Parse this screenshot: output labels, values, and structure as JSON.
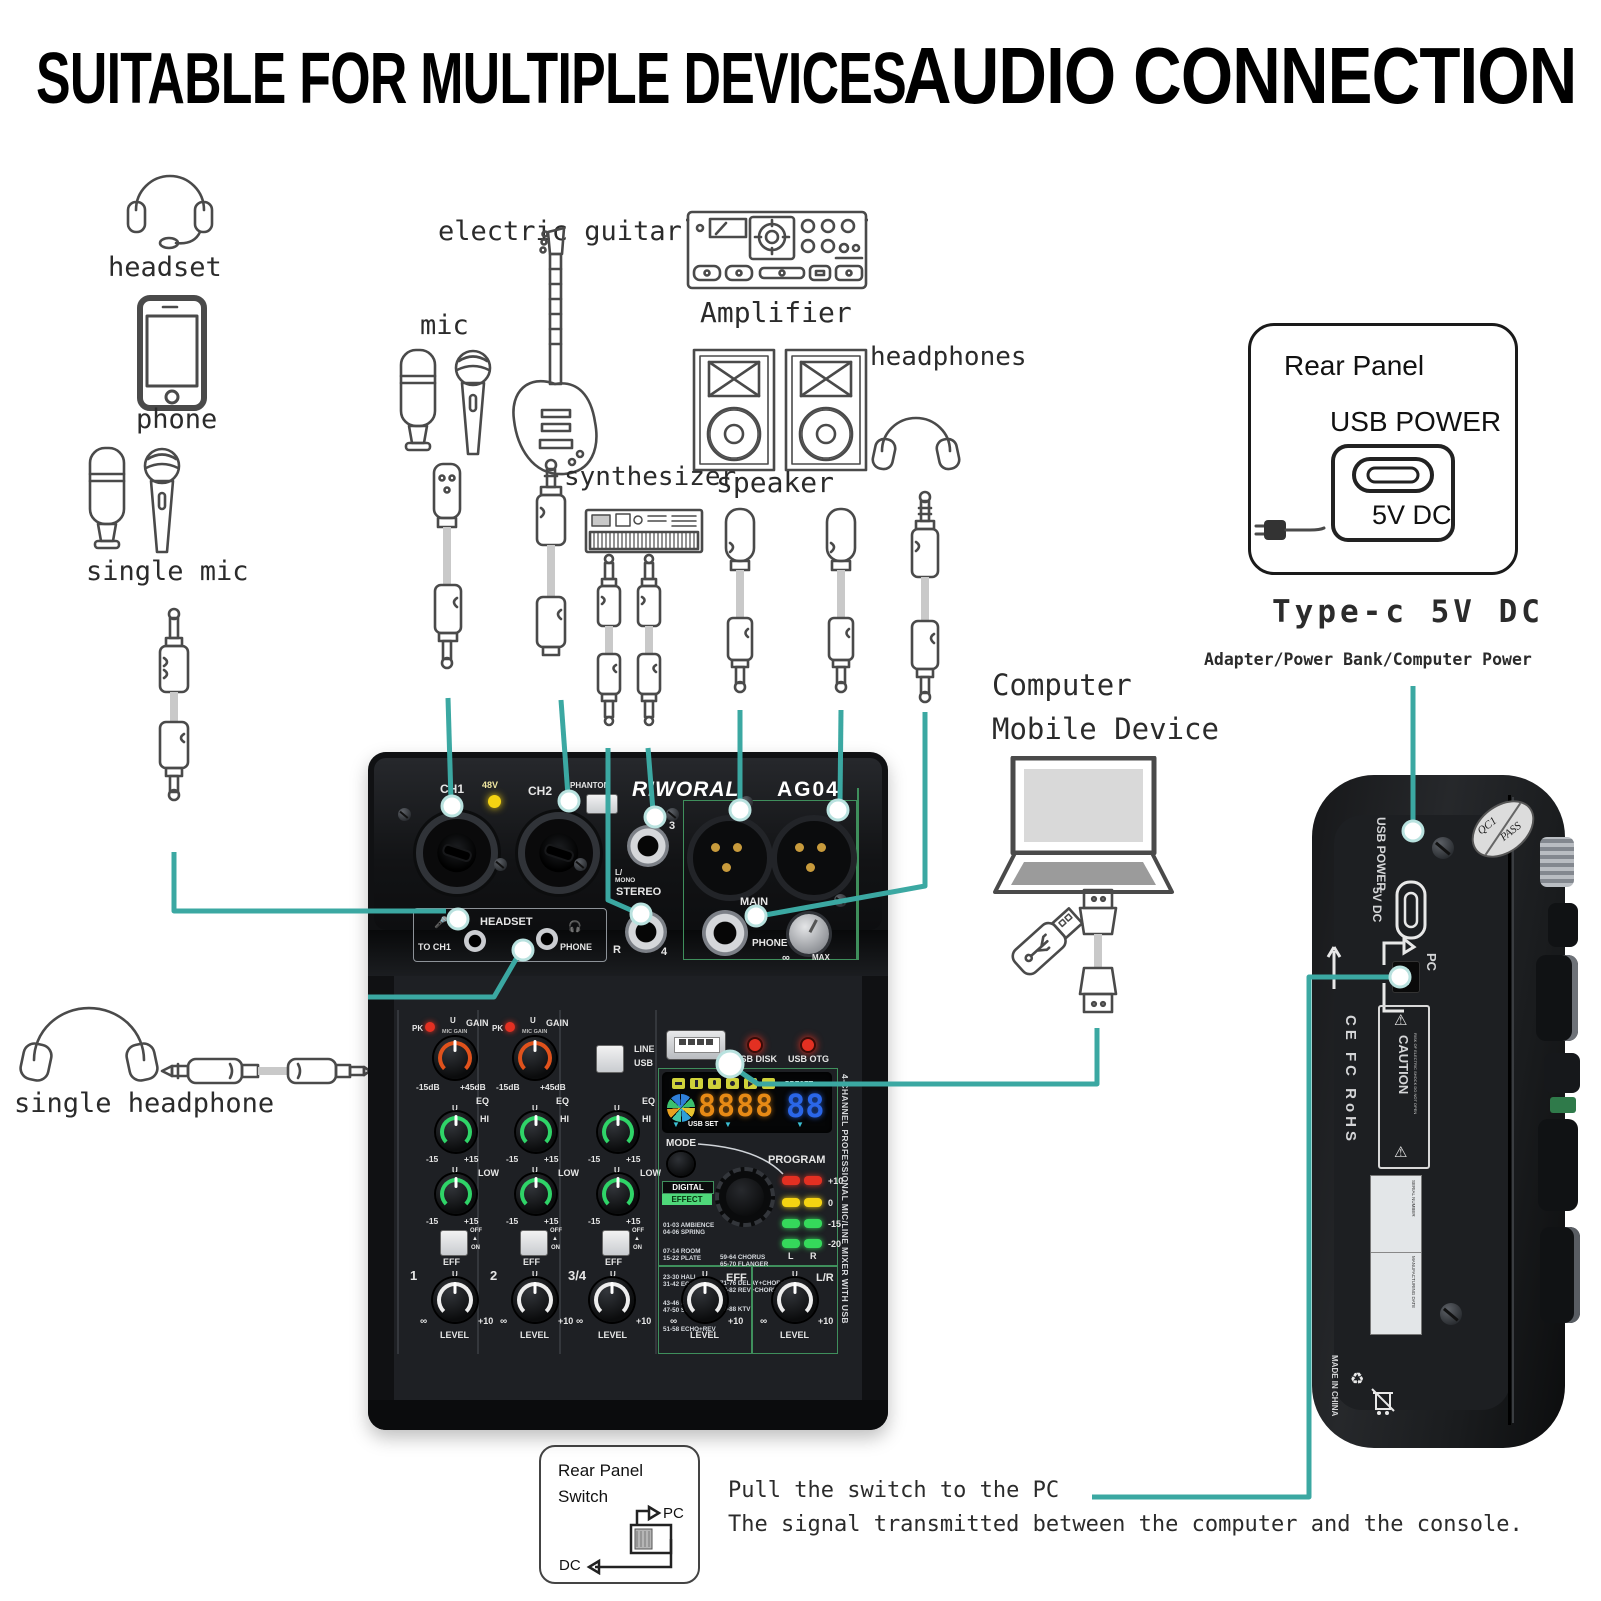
{
  "colors": {
    "teal": "#3BA8A2",
    "ring_gain": "#E0521C",
    "ring_eq": "#2FD468",
    "ring_level": "#EDEDED",
    "led_red": "#E33022",
    "led_yellow": "#F5D312",
    "led_green": "#35D95B",
    "seg_orange": "#E78A15",
    "seg_blue": "#2A66E8"
  },
  "titles": {
    "left": "SUITABLE FOR MULTIPLE DEVICES",
    "right": "AUDIO CONNECTION"
  },
  "devices": {
    "headset": "headset",
    "phone": "phone",
    "single_mic": "single mic",
    "single_headphone": "single headphone",
    "mic": "mic",
    "electric_guitar": "electric guitar",
    "amplifier": "Amplifier",
    "synthesizer": "synthesizer",
    "speaker": "speaker",
    "headphones": "headphones",
    "computer_line1": "Computer",
    "computer_line2": "Mobile Device"
  },
  "power_box": {
    "title": "Rear Panel",
    "usb_power": "USB POWER",
    "voltage": "5V DC",
    "caption": "Type-c 5V DC",
    "subcaption": "Adapter/Power Bank/Computer Power"
  },
  "mixer": {
    "brand": "RIWORAL",
    "model": "AG04",
    "top": {
      "ch1": "CH1",
      "led48v": "48V",
      "ch2": "CH2",
      "phantom": "PHANTOM",
      "jack3": "3",
      "l_mono": "L/",
      "mono": "MONO",
      "stereo": "STEREO",
      "jack_r": "R",
      "jack4": "4",
      "main": "MAIN",
      "phone_out": "PHONE",
      "inf": "∞",
      "max": "MAX",
      "headset": "HEADSET",
      "to_ch1": "TO CH1",
      "phone_hs": "PHONE"
    },
    "strip": {
      "pk": "PK",
      "u": "U",
      "gain": "GAIN",
      "mic_gain": "MIC GAIN",
      "gain_min": "-15dB",
      "gain_max": "+45dB",
      "eq": "EQ",
      "hi": "HI",
      "low": "LOW",
      "eq_min": "-15",
      "eq_max": "+15",
      "eff": "EFF",
      "off": "OFF",
      "arrow": "▲",
      "on": "ON",
      "line": "LINE",
      "usb": "USB",
      "ch1": "1",
      "ch2": "2",
      "ch34": "3/4",
      "level": "LEVEL",
      "inf": "∞",
      "plus10": "+10"
    },
    "digital": {
      "usb_disk": "USB DISK",
      "usb_otg": "USB OTG",
      "preset": "PRESET",
      "digits": "8888",
      "preset_digits": "88",
      "arrow_down": "▼",
      "usb_set": "USB SET",
      "mode": "MODE",
      "program": "PROGRAM",
      "digital": "DIGITAL",
      "effect": "EFFECT",
      "effects_col1": [
        "01-03 AMBIENCE",
        "04-06 SPRING",
        "07-14 ROOM",
        "15-22 PLATE",
        "23-30 HALL",
        "31-42 ECHO",
        "43-46 PING PONG",
        "47-50 SLAP REV",
        "51-58 ECHO+REV"
      ],
      "effects_col2": [
        "59-64 CHORUS",
        "65-70 FLANGER",
        "71-76 DELAY+CHORUS",
        "77-82 REV+CHORUS",
        "83-88 KTV"
      ],
      "meter": [
        "+10",
        "0",
        "-15",
        "-20"
      ],
      "meter_l": "L",
      "meter_r": "R",
      "eff_bus": "EFF",
      "lr_bus": "L/R"
    },
    "side_text": "4-CHANNEL PROFESSIONAL MIC/LINE MIXER WITH USB"
  },
  "side_device": {
    "usb_power": "USB POWER",
    "voltage": "5V DC",
    "pc": "PC",
    "qc1": "QC1",
    "pass": "PASS",
    "cert": "CE FC RoHS",
    "caution": "CAUTION",
    "caution_sub": "RISK OF ELECTRIC SHOCK DO NOT OPEN",
    "serial": "SERIAL NUMBER",
    "mfg_date": "MANUFACTURING DATE",
    "made_in": "MADE IN CHINA",
    "recycle": "♻"
  },
  "footer": {
    "box_title1": "Rear Panel",
    "box_title2": "Switch",
    "pc": "PC",
    "dc": "DC",
    "line1": "Pull the switch to the PC",
    "line2": "The signal transmitted between the computer and the console."
  }
}
